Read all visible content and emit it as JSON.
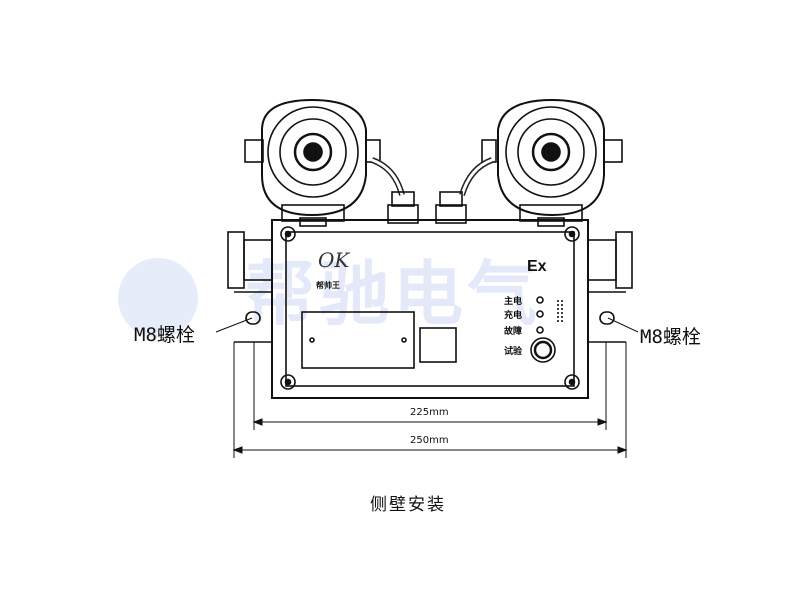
{
  "diagram": {
    "brand_logo": "OK",
    "brand_sublabel": "帮帅王",
    "ex_mark": "Ex",
    "indicators": [
      {
        "label": "主电"
      },
      {
        "label": "充电"
      },
      {
        "label": "故障"
      }
    ],
    "test_button_label": "试验",
    "left_bolt_label": "M8螺栓",
    "right_bolt_label": "M8螺栓",
    "dimension_inner": "225mm",
    "dimension_outer": "250mm",
    "caption": "侧壁安装",
    "watermark_text": "帮驰电气",
    "colors": {
      "line": "#111111",
      "watermark": "#466ed2"
    }
  }
}
